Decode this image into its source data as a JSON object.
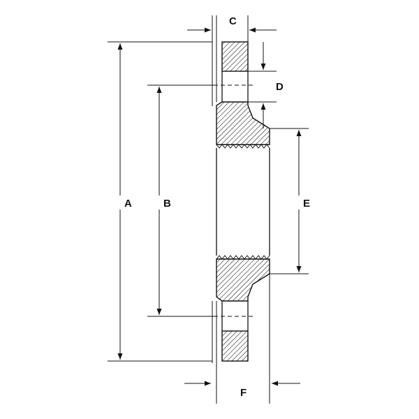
{
  "dimensions": {
    "A": "A",
    "B": "B",
    "C": "C",
    "D": "D",
    "E": "E",
    "F": "F"
  },
  "colors": {
    "line": "#111111",
    "background": "#ffffff"
  }
}
